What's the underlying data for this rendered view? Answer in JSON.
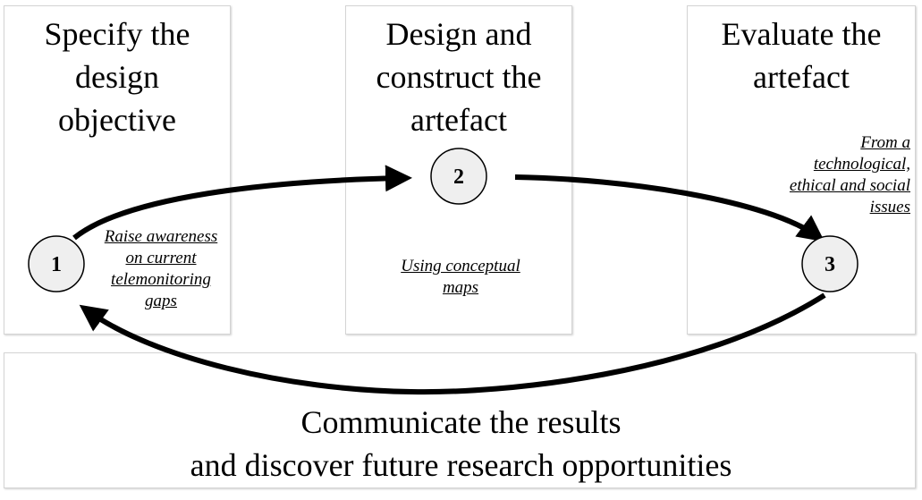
{
  "stages": [
    {
      "number": "1",
      "title": "Specify the\ndesign\nobjective",
      "note": "Raise awareness\non current\ntelemonitoring\ngaps"
    },
    {
      "number": "2",
      "title": "Design and\nconstruct the\nartefact",
      "note": "Using conceptual\nmaps"
    },
    {
      "number": "3",
      "title": "Evaluate the\nartefact",
      "note": "From a\ntechnological,\nethical and social\nissues"
    }
  ],
  "final_stage": {
    "title": "Communicate the results\nand discover future research opportunities"
  },
  "colors": {
    "panel_border": "#d4d4d4",
    "node_fill": "#efefef",
    "arrow": "#000000"
  }
}
